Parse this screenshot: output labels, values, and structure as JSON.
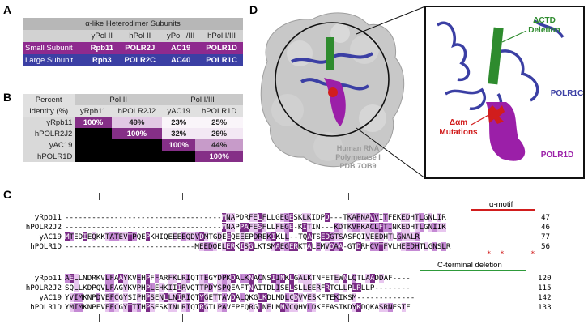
{
  "panels": {
    "a": "A",
    "b": "B",
    "c": "C",
    "d": "D"
  },
  "panelA": {
    "title": "α-like Heterodimer Subunits",
    "columns": [
      "yPol II",
      "hPol II",
      "yPol I/III",
      "hPol I/III"
    ],
    "rows": [
      {
        "label": "Small Subunit",
        "cells": [
          "Rpb11",
          "POLR2J",
          "AC19",
          "POLR1D"
        ]
      },
      {
        "label": "Large Subunit",
        "cells": [
          "Rpb3",
          "POLR2C",
          "AC40",
          "POLR1C"
        ]
      }
    ]
  },
  "panelB": {
    "corner1": "Percent",
    "corner2": "Identity (%)",
    "group1": "Pol II",
    "group2": "Pol I/III",
    "columns": [
      "yRpb11",
      "hPOLR2J2",
      "yAC19",
      "hPOLR1D"
    ],
    "rows": [
      {
        "label": "yRpb11",
        "cells": [
          "100%",
          "49%",
          "23%",
          "25%"
        ]
      },
      {
        "label": "hPOLR2J2",
        "cells": [
          "",
          "100%",
          "32%",
          "29%"
        ]
      },
      {
        "label": "yAC19",
        "cells": [
          "",
          "",
          "100%",
          "44%"
        ]
      },
      {
        "label": "hPOLR1D",
        "cells": [
          "",
          "",
          "",
          "100%"
        ]
      }
    ]
  },
  "panelD": {
    "delta_ctd": "ΔCTD",
    "deletion": "Deletion",
    "delta_am": "Δαm",
    "mutations": "Mutations",
    "polr1c": "POLR1C",
    "polr1d": "POLR1D",
    "structure_line1": "Human RNA",
    "structure_line2": "Polymerase I",
    "structure_line3": "PDB 7OB9",
    "colors": {
      "blue": "#3b3fa4",
      "magenta": "#9b1fa8",
      "green": "#2e8b2e",
      "red": "#d11d1d"
    }
  },
  "alignment": {
    "motif_label": "α-motif",
    "ctd_label": "C-terminal deletion",
    "stars": "*  *      *",
    "block1": [
      {
        "name": "yRpb11",
        "seq": "-----------------------------------MNAPDRFELFLLGEGESKLKIDPD---TKAPNAVVITFEKEDHTLGNLIR",
        "end": "47"
      },
      {
        "name": "hPOLR2J2",
        "seq": "-----------------------------------MNAPPAFESFLLFEGE-KITIN---KDTKVPKACLFTINKEDHTLGNIIK",
        "end": "46"
      },
      {
        "name": "yAC19",
        "seq": "MTEDIEQKKTATEVTPQEPKHIQEEEEQDVDMTGDEEQEEEPDREKIKLL--TQATSEDGTSASFQIVEEDHTLGNALR",
        "end": "77"
      },
      {
        "name": "hPOLR1D",
        "seq": "-----------------------------MEEDQELERKISGLKTSMAEGERKTALEMVQAA-GTDRHCVTFVLHEEDHTLGNSLR",
        "end": "56"
      }
    ],
    "block2": [
      {
        "name": "yRpb11",
        "seq": "AELLNDRKVLFAAYKVEHPFFARFKLRIQTTEGYDPKDALKNACNSIINKLGALKTNFETEWNLQTLAADDAF----",
        "end": "120"
      },
      {
        "name": "hPOLR2J2",
        "seq": "SQLLKDPQVLFAGYKVPHPLEHKIIIRVQTTPDYSPQEAFTNAITDLISELSLLEERFRTCLLPLRLLP--------",
        "end": "115"
      },
      {
        "name": "yAC19",
        "seq": "YVIMKNPDVEFCGYSIPHPSENLLNIRIQTYGETTAVDALQKGLKDLMDLCDVVESKFTEKIKSM-------------",
        "end": "142"
      },
      {
        "name": "hPOLR1D",
        "seq": "YMIMKNPEVEFCGYTTTHPSESKINLRIQTRGTLPAVEPFQRGLNELMNVCQHVLDKFEASIKDYKDQKASRNESTF",
        "end": "133"
      }
    ]
  }
}
